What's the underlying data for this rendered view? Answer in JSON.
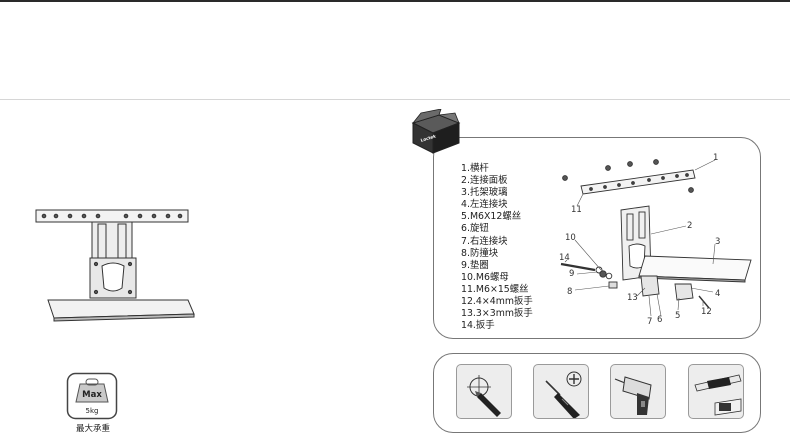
{
  "parts": [
    "1.横杆",
    "2.连接面板",
    "3.托架玻璃",
    "4.左连接块",
    "5.M6X12螺丝",
    "6.旋钮",
    "7.右连接块",
    "8.防撞块",
    "9.垫圈",
    "10.M6螺母",
    "11.M6×15螺丝",
    "12.4×4mm扳手",
    "13.3×3mm扳手",
    "14.扳手"
  ],
  "box_label": "Loctek",
  "weight_badge": {
    "max_label": "Max",
    "weight": "5kg",
    "caption": "最大承重"
  },
  "callouts": [
    "1",
    "11",
    "2",
    "3",
    "10",
    "14",
    "9",
    "8",
    "13",
    "7",
    "6",
    "5",
    "4",
    "12"
  ],
  "tools": [
    "drill-bit-tool-icon",
    "screwdriver-tool-icon",
    "power-drill-tool-icon",
    "tape-measure-tool-icon"
  ]
}
